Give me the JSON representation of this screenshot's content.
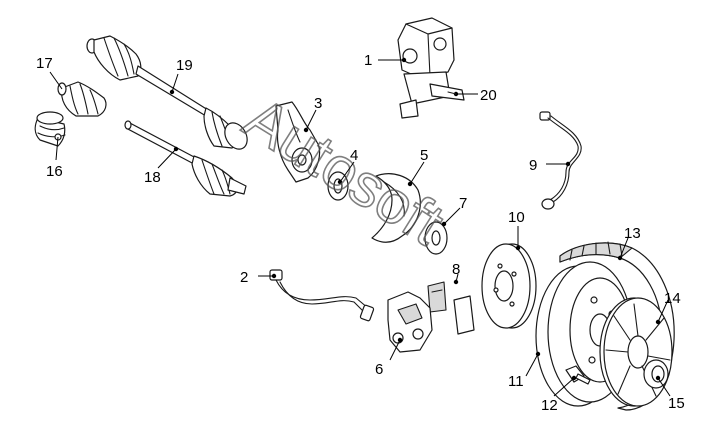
{
  "callouts": [
    {
      "id": "p1",
      "label": "1"
    },
    {
      "id": "p2",
      "label": "2"
    },
    {
      "id": "p3",
      "label": "3"
    },
    {
      "id": "p4",
      "label": "4"
    },
    {
      "id": "p5",
      "label": "5"
    },
    {
      "id": "p6",
      "label": "6"
    },
    {
      "id": "p7",
      "label": "7"
    },
    {
      "id": "p8",
      "label": "8"
    },
    {
      "id": "p9",
      "label": "9"
    },
    {
      "id": "p10",
      "label": "10"
    },
    {
      "id": "p11",
      "label": "11"
    },
    {
      "id": "p12",
      "label": "12"
    },
    {
      "id": "p13",
      "label": "13"
    },
    {
      "id": "p14",
      "label": "14"
    },
    {
      "id": "p15",
      "label": "15"
    },
    {
      "id": "p16",
      "label": "16"
    },
    {
      "id": "p17",
      "label": "17"
    },
    {
      "id": "p18",
      "label": "18"
    },
    {
      "id": "p19",
      "label": "19"
    },
    {
      "id": "p20",
      "label": "20"
    }
  ],
  "watermark": "Autosoft",
  "colors": {
    "line": "#1a1a1a",
    "shade": "#d9d9d9",
    "background": "#ffffff"
  }
}
